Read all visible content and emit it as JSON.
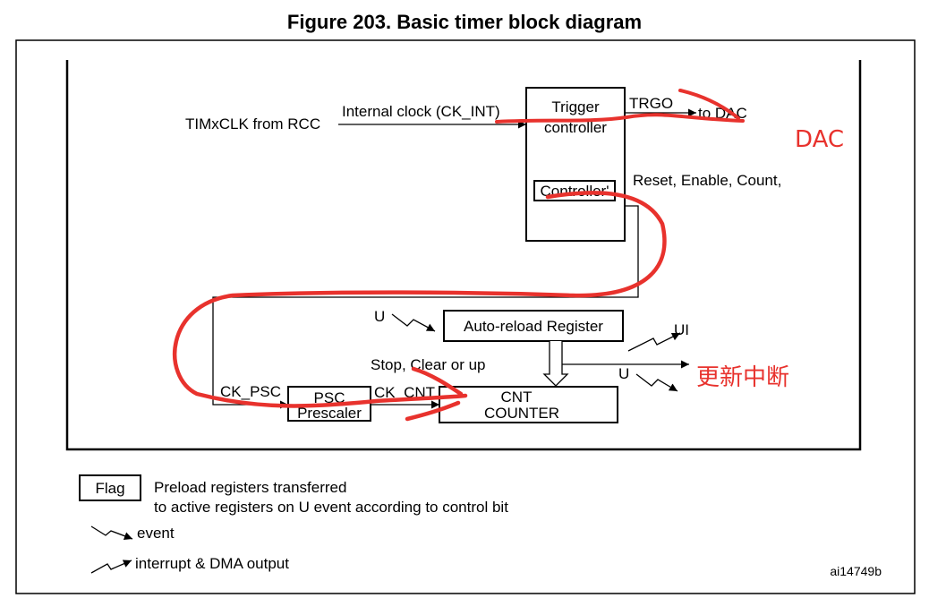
{
  "title": "Figure 203. Basic timer block diagram",
  "labels": {
    "timxclk": "TIMxCLK from RCC",
    "internal_clock": "Internal clock (CK_INT)",
    "trigger_1": "Trigger",
    "trigger_2": "controller",
    "trgo": "TRGO",
    "to_dac": "to DAC",
    "controller": "Controller'",
    "reset_enable": "Reset, Enable, Count,",
    "u_top": "U",
    "auto_reload": "Auto-reload Register",
    "ui": "UI",
    "u_right": "U",
    "stop_clear": "Stop, Clear or up",
    "ck_psc": "CK_PSC",
    "psc_1": "PSC",
    "psc_2": "Prescaler",
    "ck_cnt": "CK_CNT",
    "cnt_1": "CNT",
    "cnt_2": "COUNTER"
  },
  "legend": {
    "flag": "Flag",
    "preload_1": "Preload registers transferred",
    "preload_2": "to active registers on U event according to control bit",
    "event": "event",
    "interrupt": "interrupt & DMA output",
    "id": "ai14749b"
  },
  "annotations": {
    "dac": "DAC",
    "update_interrupt": "更新中断",
    "color": "#e8322d"
  }
}
